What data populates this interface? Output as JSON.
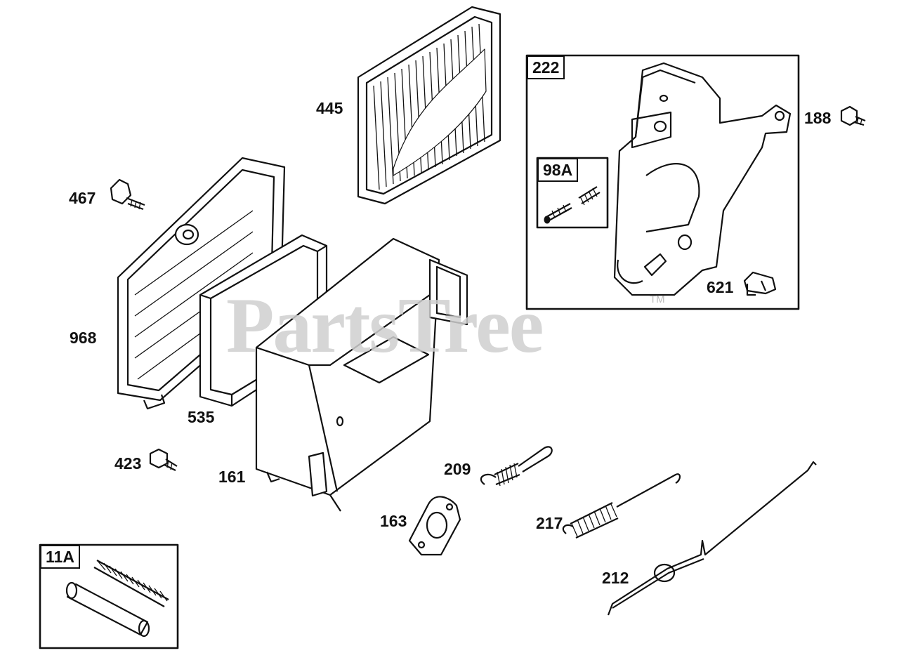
{
  "watermark": {
    "text": "PartsTree",
    "tm": "TM"
  },
  "callouts": {
    "p445": "445",
    "p467": "467",
    "p968": "968",
    "p535": "535",
    "p423": "423",
    "p161": "161",
    "p209": "209",
    "p163": "163",
    "p217": "217",
    "p212": "212",
    "p188": "188",
    "p621": "621"
  },
  "kits": {
    "k222": "222",
    "k98a": "98A",
    "k11a": "11A"
  }
}
